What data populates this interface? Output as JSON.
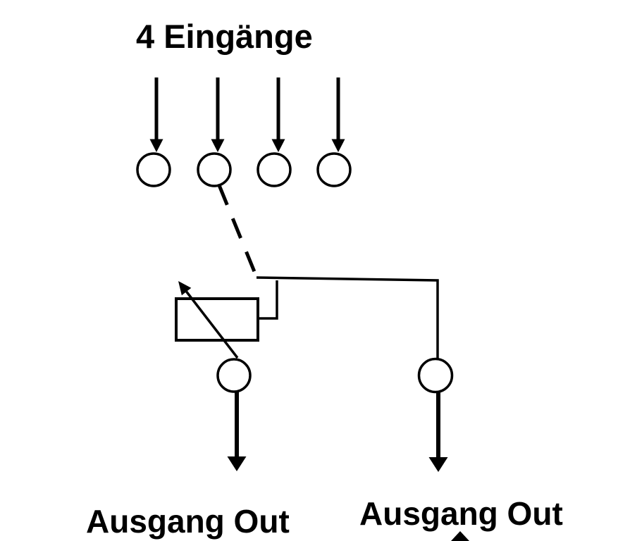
{
  "page": {
    "background_color": "#ffffff",
    "ink_color": "#000000"
  },
  "diagram": {
    "title": "4 Eingänge",
    "inputs": {
      "count": 4
    },
    "selected_input_index": 2,
    "outputs": {
      "left_label": "Ausgang Out",
      "right_label": "Ausgang Out"
    }
  }
}
